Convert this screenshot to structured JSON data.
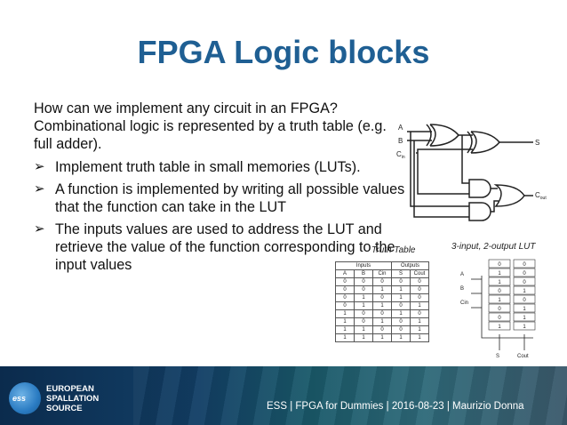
{
  "slide": {
    "title": "FPGA Logic blocks",
    "intro": [
      "How can we implement any circuit in an FPGA?",
      "Combinational logic is represented by a truth table (e.g. full adder)."
    ],
    "bullets": [
      "Implement truth table in small memories (LUTs).",
      "A function is implemented by writing all possible values that the function can take in the LUT",
      "The inputs values are used to address the LUT and retrieve the value of the function corresponding to the input values"
    ],
    "bullet_glyph": "➢"
  },
  "circuit": {
    "input_a": "A",
    "input_b": "B",
    "input_c": "C",
    "input_c_sub": "in",
    "output_s": "S",
    "output_c": "C",
    "output_c_sub": "out"
  },
  "truth_table": {
    "title": "Truth Table",
    "group_inputs": "Inputs",
    "group_outputs": "Outputs",
    "headers": [
      "A",
      "B",
      "Cin",
      "S",
      "Cout"
    ],
    "rows": [
      [
        "0",
        "0",
        "0",
        "0",
        "0"
      ],
      [
        "0",
        "0",
        "1",
        "1",
        "0"
      ],
      [
        "0",
        "1",
        "0",
        "1",
        "0"
      ],
      [
        "0",
        "1",
        "1",
        "0",
        "1"
      ],
      [
        "1",
        "0",
        "0",
        "1",
        "0"
      ],
      [
        "1",
        "0",
        "1",
        "0",
        "1"
      ],
      [
        "1",
        "1",
        "0",
        "0",
        "1"
      ],
      [
        "1",
        "1",
        "1",
        "1",
        "1"
      ]
    ]
  },
  "lut": {
    "title": "3-input, 2-output LUT",
    "inputs": [
      "A",
      "B",
      "Cin"
    ],
    "cells": [
      [
        "0",
        "0"
      ],
      [
        "1",
        "0"
      ],
      [
        "1",
        "0"
      ],
      [
        "0",
        "1"
      ],
      [
        "1",
        "0"
      ],
      [
        "0",
        "1"
      ],
      [
        "0",
        "1"
      ],
      [
        "1",
        "1"
      ]
    ],
    "outputs": [
      "S",
      "Cout"
    ]
  },
  "footer": {
    "logo_text": "ess",
    "org_line1": "EUROPEAN",
    "org_line2": "SPALLATION",
    "org_line3": "SOURCE",
    "info": "ESS | FPGA for Dummies | 2016-08-23 | Maurizio Donna"
  },
  "colors": {
    "title": "#1f5f93",
    "footer_bg": "#123f66"
  }
}
